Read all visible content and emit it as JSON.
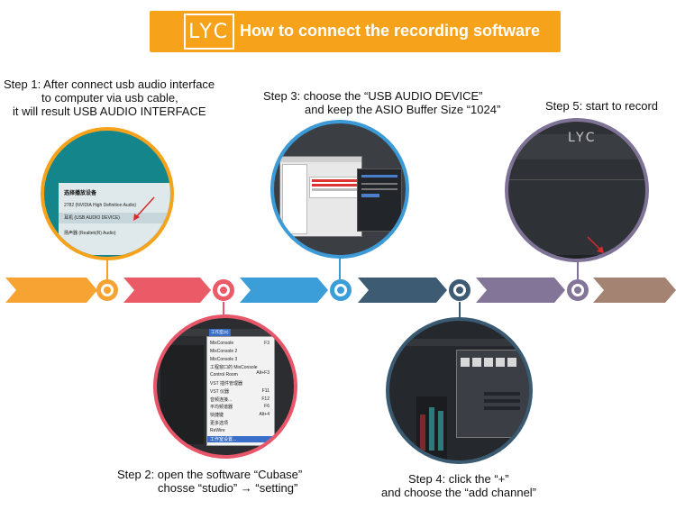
{
  "banner": {
    "logo": "LYC",
    "title": "How to connect the recording software",
    "color": "#f7a21b"
  },
  "steps": {
    "step1": {
      "line1": "Step 1: After connect usb audio interface",
      "line2": "to computer via usb cable,",
      "line3": "it will result USB AUDIO INTERFACE"
    },
    "step2": {
      "line1": "Step 2: open the software “Cubase”",
      "line2": "chosse “studio” → “setting”"
    },
    "step3": {
      "line1": "Step 3: choose the “USB AUDIO DEVICE”",
      "line2": "and keep the ASIO Buffer Size “1024”"
    },
    "step4": {
      "line1": "Step 4: click the “+”",
      "line2": "and choose the “add channel”"
    },
    "step5": {
      "line1": "Step 5: start to record"
    }
  },
  "screens": {
    "step1": {
      "header": "选择播放设备",
      "items": [
        "2782 (NVIDIA High Definition Audio)",
        "耳机 (USB AUDIO DEVICE)",
        "扬声器 (Realtek(R) Audio)"
      ]
    },
    "step2": {
      "menu": [
        "MixConsole",
        "MixConsole 2",
        "MixConsole 3",
        "工程窗口的 MixConsole",
        "Control Room",
        "VST 插件管理器",
        "VST 仪器",
        "音频连接...",
        "平均频谱器",
        "快捷键",
        "更多选项",
        "ReWire",
        "工作室设置..."
      ],
      "shortcuts": [
        "F3",
        "",
        "",
        "Alt+F3",
        "",
        "",
        "F11",
        "F12",
        "F6",
        "Alt+4",
        "",
        "",
        ""
      ],
      "tab": "工作室(S)"
    },
    "step5": {
      "logo": "LYC"
    }
  }
}
